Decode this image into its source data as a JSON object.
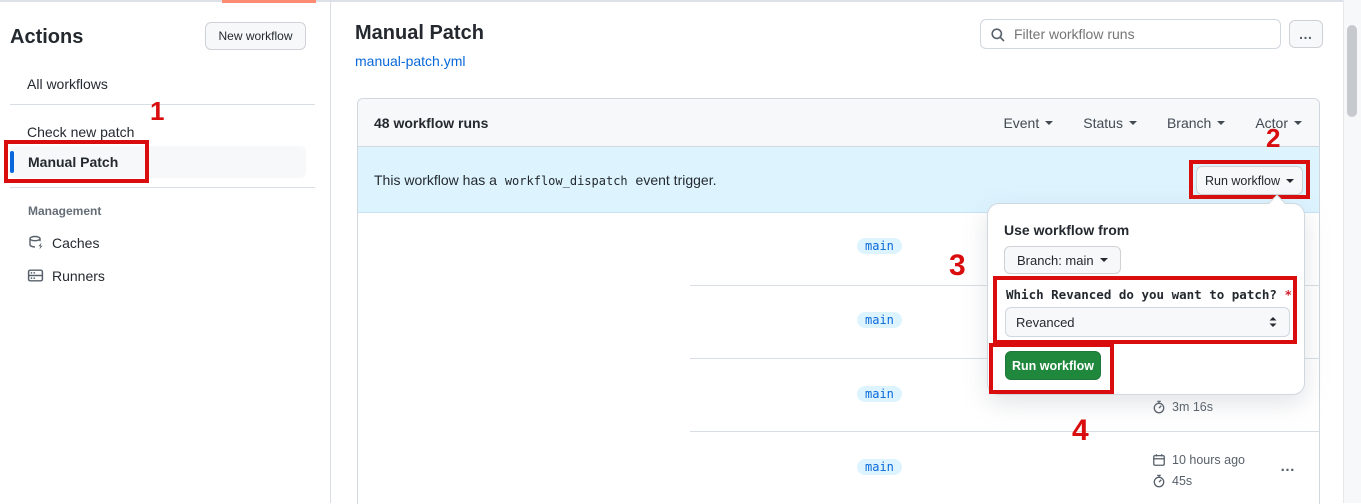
{
  "chrome": {
    "active_tab_marker_color": "#fd8c73"
  },
  "sidebar": {
    "title": "Actions",
    "new_workflow_button": "New workflow",
    "all_workflows_link": "All workflows",
    "workflow_items": [
      {
        "label": "Check new patch",
        "selected": false
      },
      {
        "label": "Manual Patch",
        "selected": true
      }
    ],
    "management_heading": "Management",
    "management_items": [
      {
        "label": "Caches",
        "icon": "cache-database-icon"
      },
      {
        "label": "Runners",
        "icon": "runners-icon"
      }
    ]
  },
  "header": {
    "title": "Manual Patch",
    "workflow_file_link": "manual-patch.yml",
    "filter_placeholder": "Filter workflow runs",
    "more_button": "…"
  },
  "runs_panel": {
    "count_label": "48 workflow runs",
    "filters": [
      {
        "label": "Event"
      },
      {
        "label": "Status"
      },
      {
        "label": "Branch"
      },
      {
        "label": "Actor"
      }
    ],
    "banner": {
      "text_before": "This workflow has a",
      "code_token": "workflow_dispatch",
      "text_after": "event trigger.",
      "run_workflow_button": "Run workflow"
    },
    "rows": [
      {
        "branch": "main"
      },
      {
        "branch": "main"
      },
      {
        "branch": "main",
        "duration": "3m 16s"
      },
      {
        "branch": "main",
        "started": "10 hours ago",
        "duration": "45s",
        "more": "…"
      }
    ]
  },
  "run_popover": {
    "heading": "Use workflow from",
    "branch_selector": "Branch: main",
    "input_label": "Which Revanced do you want to patch?",
    "required_marker": "*",
    "input_value": "Revanced",
    "submit_button": "Run workflow"
  },
  "annotations": {
    "steps": [
      "1",
      "2",
      "3",
      "4"
    ],
    "color": "#d90d0d"
  },
  "colors": {
    "accent_blue": "#0969da",
    "banner_bg": "#ddf4ff",
    "button_green": "#1f883d",
    "panel_header_bg": "#f6f8fa",
    "border": "#d0d7de",
    "muted_text": "#57606a",
    "scrollbar_thumb": "#c6cace"
  }
}
